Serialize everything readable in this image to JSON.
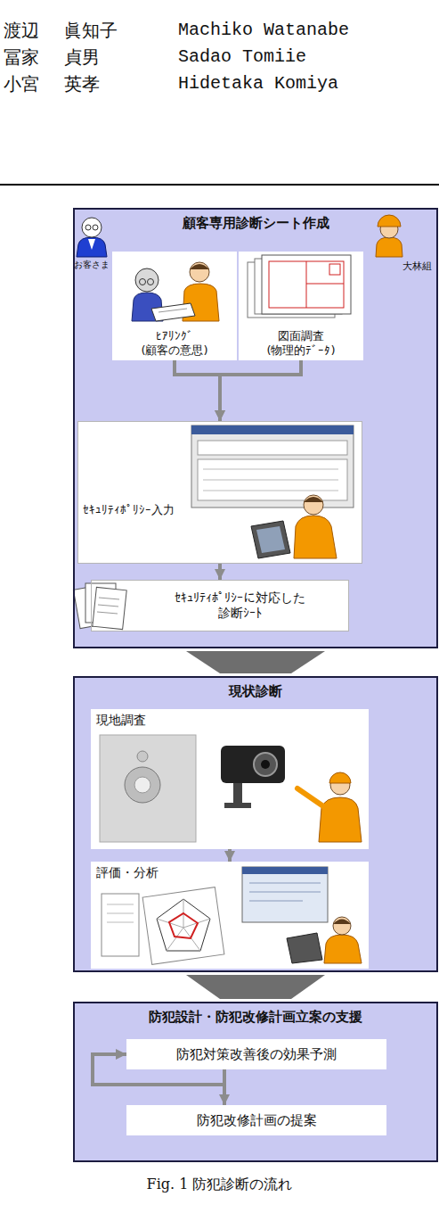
{
  "diagram": {
    "caption": "Fig. 1 防犯診断の流れ",
    "nodes": [
      {
        "text": [
          "顧客専用診断シート作成"
        ]
      },
      {
        "text": [
          "ﾋｱﾘﾝｸﾞ (顧客の意思)"
        ],
        "in": 0
      },
      {
        "text": [
          "図面調査 (物理的ﾃﾞｰﾀ)"
        ],
        "in": 0
      },
      {
        "text": [
          "ｾｷｭﾘﾃｨﾎﾟﾘｼｰ入力"
        ],
        "in": 0
      },
      {
        "text": [
          "ｾｷｭﾘﾃｨﾎﾟﾘｼｰに対応した 診断ｼｰﾄ"
        ],
        "in": 0
      },
      {
        "text": [
          "現状診断"
        ]
      },
      {
        "text": [
          "現地調査"
        ],
        "in": 5
      },
      {
        "text": [
          "評価・分析"
        ],
        "in": 5
      },
      {
        "text": [
          "防犯設計・防犯改修計画立案の支援"
        ]
      },
      {
        "text": [
          "防犯対策改善後の効果予測"
        ],
        "in": 8
      },
      {
        "text": [
          "防犯改修計画の提案"
        ],
        "in": 8
      }
    ],
    "edges": [
      {
        "from": 1,
        "to": 3,
        "arrow": "to"
      },
      {
        "from": 2,
        "to": 3,
        "arrow": "to"
      },
      {
        "from": 3,
        "to": 4,
        "arrow": "to"
      },
      {
        "from": 0,
        "to": 5,
        "arrow": "to"
      },
      {
        "from": 6,
        "to": 7,
        "arrow": "to"
      },
      {
        "from": 5,
        "to": 8,
        "arrow": "to"
      },
      {
        "from": 9,
        "to": 10,
        "arrow": "to"
      },
      {
        "from": 9,
        "to": 9,
        "arrow": "to"
      }
    ],
    "labels": [
      "渡辺",
      "眞知子",
      "Machiko Watanabe",
      "冨家",
      "貞男",
      "Sadao Tomiie",
      "小宮",
      "英孝",
      "Hidetaka Komiya",
      "お客さま",
      "大林組"
    ]
  }
}
